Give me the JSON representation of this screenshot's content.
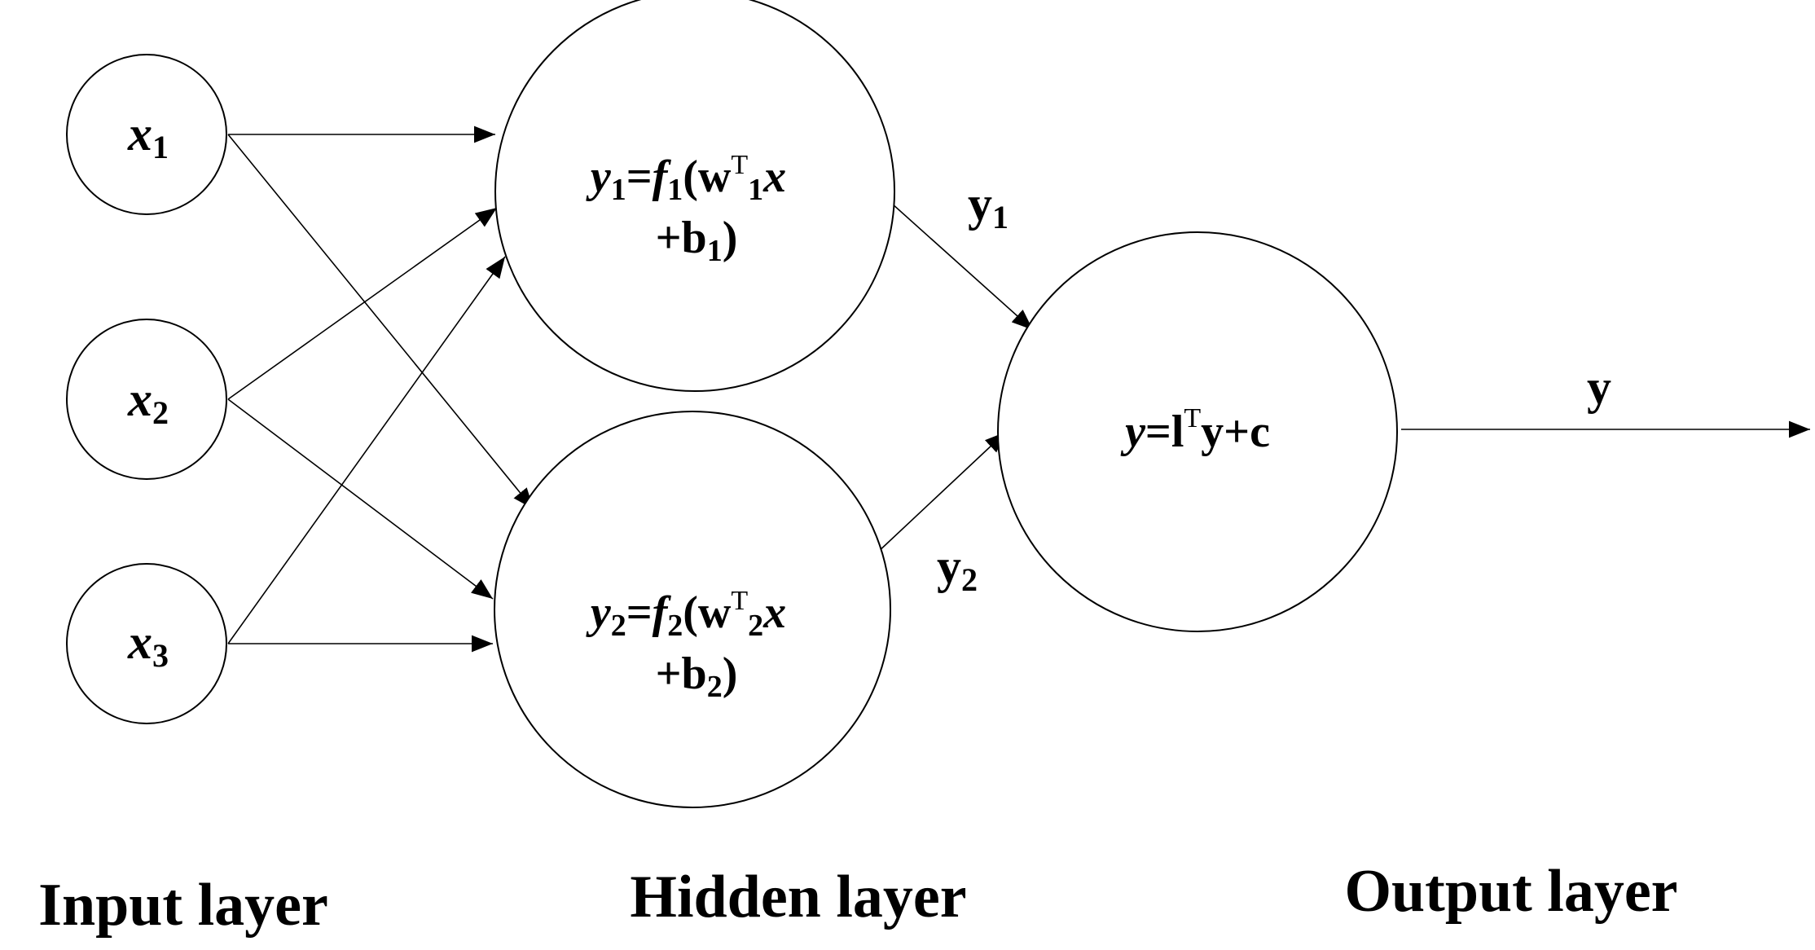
{
  "nodes": {
    "x1": {
      "var": "x",
      "sub": "1"
    },
    "x2": {
      "var": "x",
      "sub": "2"
    },
    "x3": {
      "var": "x",
      "sub": "3"
    },
    "h1": {
      "line1": {
        "var": "y",
        "sub": "1",
        "eq": "=",
        "fn": "f",
        "fn_sub": "1",
        "open": "(w",
        "sup": "T",
        "w_sub": "1",
        "arg": "x"
      },
      "line2": {
        "text": "+b",
        "sub": "1",
        "close": ")"
      }
    },
    "h2": {
      "line1": {
        "var": "y",
        "sub": "2",
        "eq": "=",
        "fn": "f",
        "fn_sub": "2",
        "open": "(w",
        "sup": "T",
        "w_sub": "2",
        "arg": "x"
      },
      "line2": {
        "text": "+b",
        "sub": "2",
        "close": ")"
      }
    },
    "out": {
      "var": "y",
      "eq": "=l",
      "sup": "T",
      "rest": "y+c"
    }
  },
  "signals": {
    "y1": {
      "text": "y",
      "sub": "1"
    },
    "y2": {
      "text": "y",
      "sub": "2"
    },
    "y": {
      "text": "y"
    }
  },
  "layers": {
    "input": "Input layer",
    "hidden": "Hidden layer",
    "output": "Output layer"
  }
}
